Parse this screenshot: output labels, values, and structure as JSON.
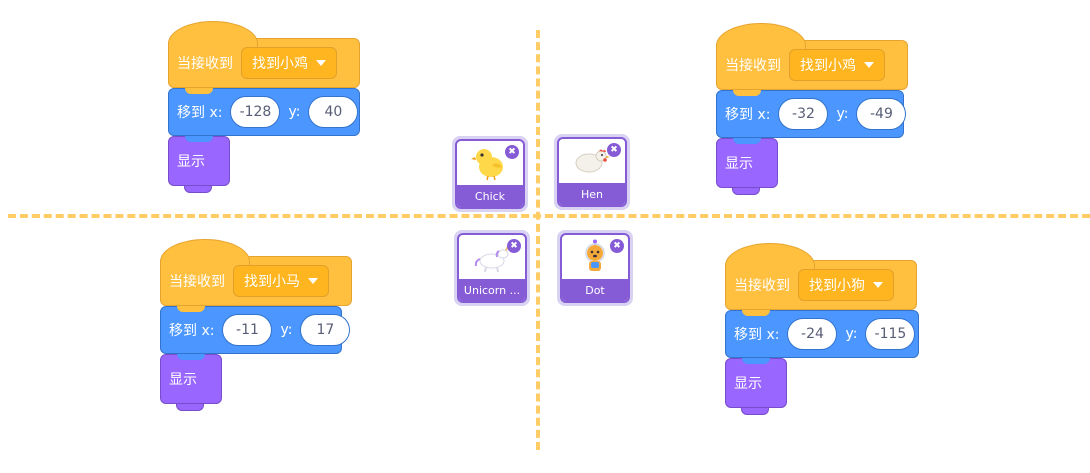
{
  "scripts": [
    {
      "hat_label": "当接收到",
      "message": "找到小鸡",
      "motion_label": "移到 x:",
      "x": "-128",
      "y_label": "y:",
      "y": "40",
      "looks_label": "显示"
    },
    {
      "hat_label": "当接收到",
      "message": "找到小鸡",
      "motion_label": "移到 x:",
      "x": "-32",
      "y_label": "y:",
      "y": "-49",
      "looks_label": "显示"
    },
    {
      "hat_label": "当接收到",
      "message": "找到小马",
      "motion_label": "移到 x:",
      "x": "-11",
      "y_label": "y:",
      "y": "17",
      "looks_label": "显示"
    },
    {
      "hat_label": "当接收到",
      "message": "找到小狗",
      "motion_label": "移到 x:",
      "x": "-24",
      "y_label": "y:",
      "y": "-115",
      "looks_label": "显示"
    }
  ],
  "sprites": [
    {
      "name": "Chick",
      "icon": "chick-icon"
    },
    {
      "name": "Hen",
      "icon": "hen-icon"
    },
    {
      "name": "Unicorn ...",
      "icon": "unicorn-icon"
    },
    {
      "name": "Dot",
      "icon": "dog-icon"
    }
  ],
  "colors": {
    "events": "#ffbf3f",
    "motion": "#4c97ff",
    "looks": "#9966ff",
    "sprite_accent": "#855cd6",
    "guide": "#ffcc66"
  }
}
